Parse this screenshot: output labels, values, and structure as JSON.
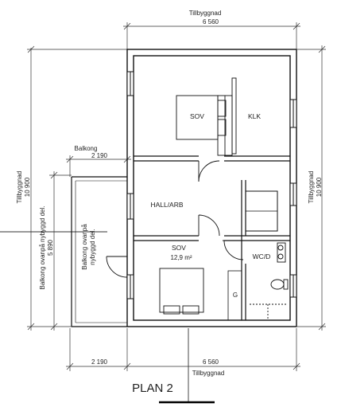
{
  "title": "PLAN 2",
  "dimensions": {
    "top_label": "Tillbyggnad",
    "top_width": "6 560",
    "balkong_label": "Balkong",
    "balkong_width": "2 190",
    "bottom_left_width": "2 190",
    "bottom_right_width": "6 560",
    "bottom_label": "Tillbyggnad",
    "left_label": "Tillbyggnad",
    "left_height": "10 900",
    "left_balcony_label": "Balkong ovanpå nybyggd del.",
    "left_balcony_height": "5 890",
    "right_label": "Tillbyggnad",
    "right_height": "10 900"
  },
  "rooms": {
    "sov_upper": "SOV",
    "klk": "KLK",
    "hall": "HALL/ARB",
    "sov_lower": "SOV",
    "sov_lower_area": "12,9 m²",
    "wc": "WC/D",
    "g": "G",
    "balcony_line1": "Balkong ovanpå",
    "balcony_line2": "nybyggd del."
  },
  "colors": {
    "wall": "#111111",
    "line": "#333333",
    "fill": "#ffffff"
  }
}
